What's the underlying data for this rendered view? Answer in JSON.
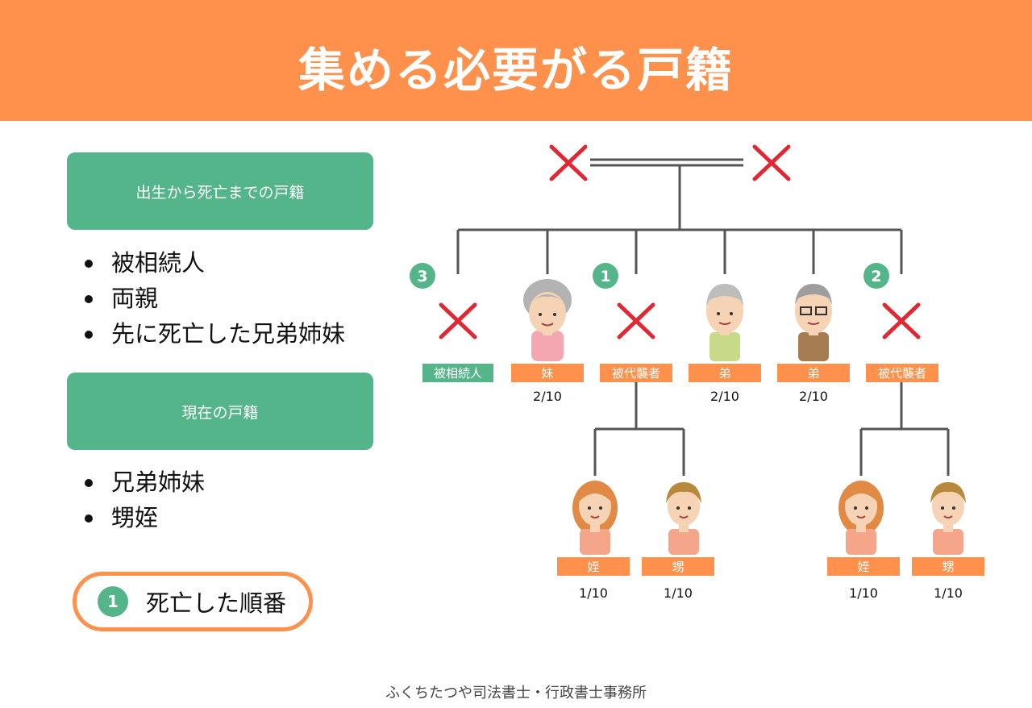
{
  "header": {
    "title": "集める必要がる戸籍"
  },
  "section1": {
    "title": "出生から死亡までの戸籍",
    "items": [
      "被相続人",
      "両親",
      "先に死亡した兄弟姉妹"
    ]
  },
  "section2": {
    "title": "現在の戸籍",
    "items": [
      "兄弟姉妹",
      "甥姪"
    ]
  },
  "legend": {
    "badge": "1",
    "text": "死亡した順番"
  },
  "tree": {
    "children": [
      {
        "label": "被相続人",
        "order": "3",
        "share": "",
        "deceased": true
      },
      {
        "label": "妹",
        "order": "",
        "share": "2/10",
        "deceased": false
      },
      {
        "label": "被代襲者",
        "order": "1",
        "share": "",
        "deceased": true
      },
      {
        "label": "弟",
        "order": "",
        "share": "2/10",
        "deceased": false
      },
      {
        "label": "弟",
        "order": "",
        "share": "2/10",
        "deceased": false
      },
      {
        "label": "被代襲者",
        "order": "2",
        "share": "",
        "deceased": true
      }
    ],
    "grandchildren": [
      {
        "label": "姪",
        "share": "1/10"
      },
      {
        "label": "甥",
        "share": "1/10"
      },
      {
        "label": "姪",
        "share": "1/10"
      },
      {
        "label": "甥",
        "share": "1/10"
      }
    ]
  },
  "colors": {
    "orange": "#ff914d",
    "green": "#55b58a",
    "cross": "#e02733",
    "line": "#555555"
  },
  "footer": {
    "text": "ふくちたつや司法書士・行政書士事務所"
  }
}
